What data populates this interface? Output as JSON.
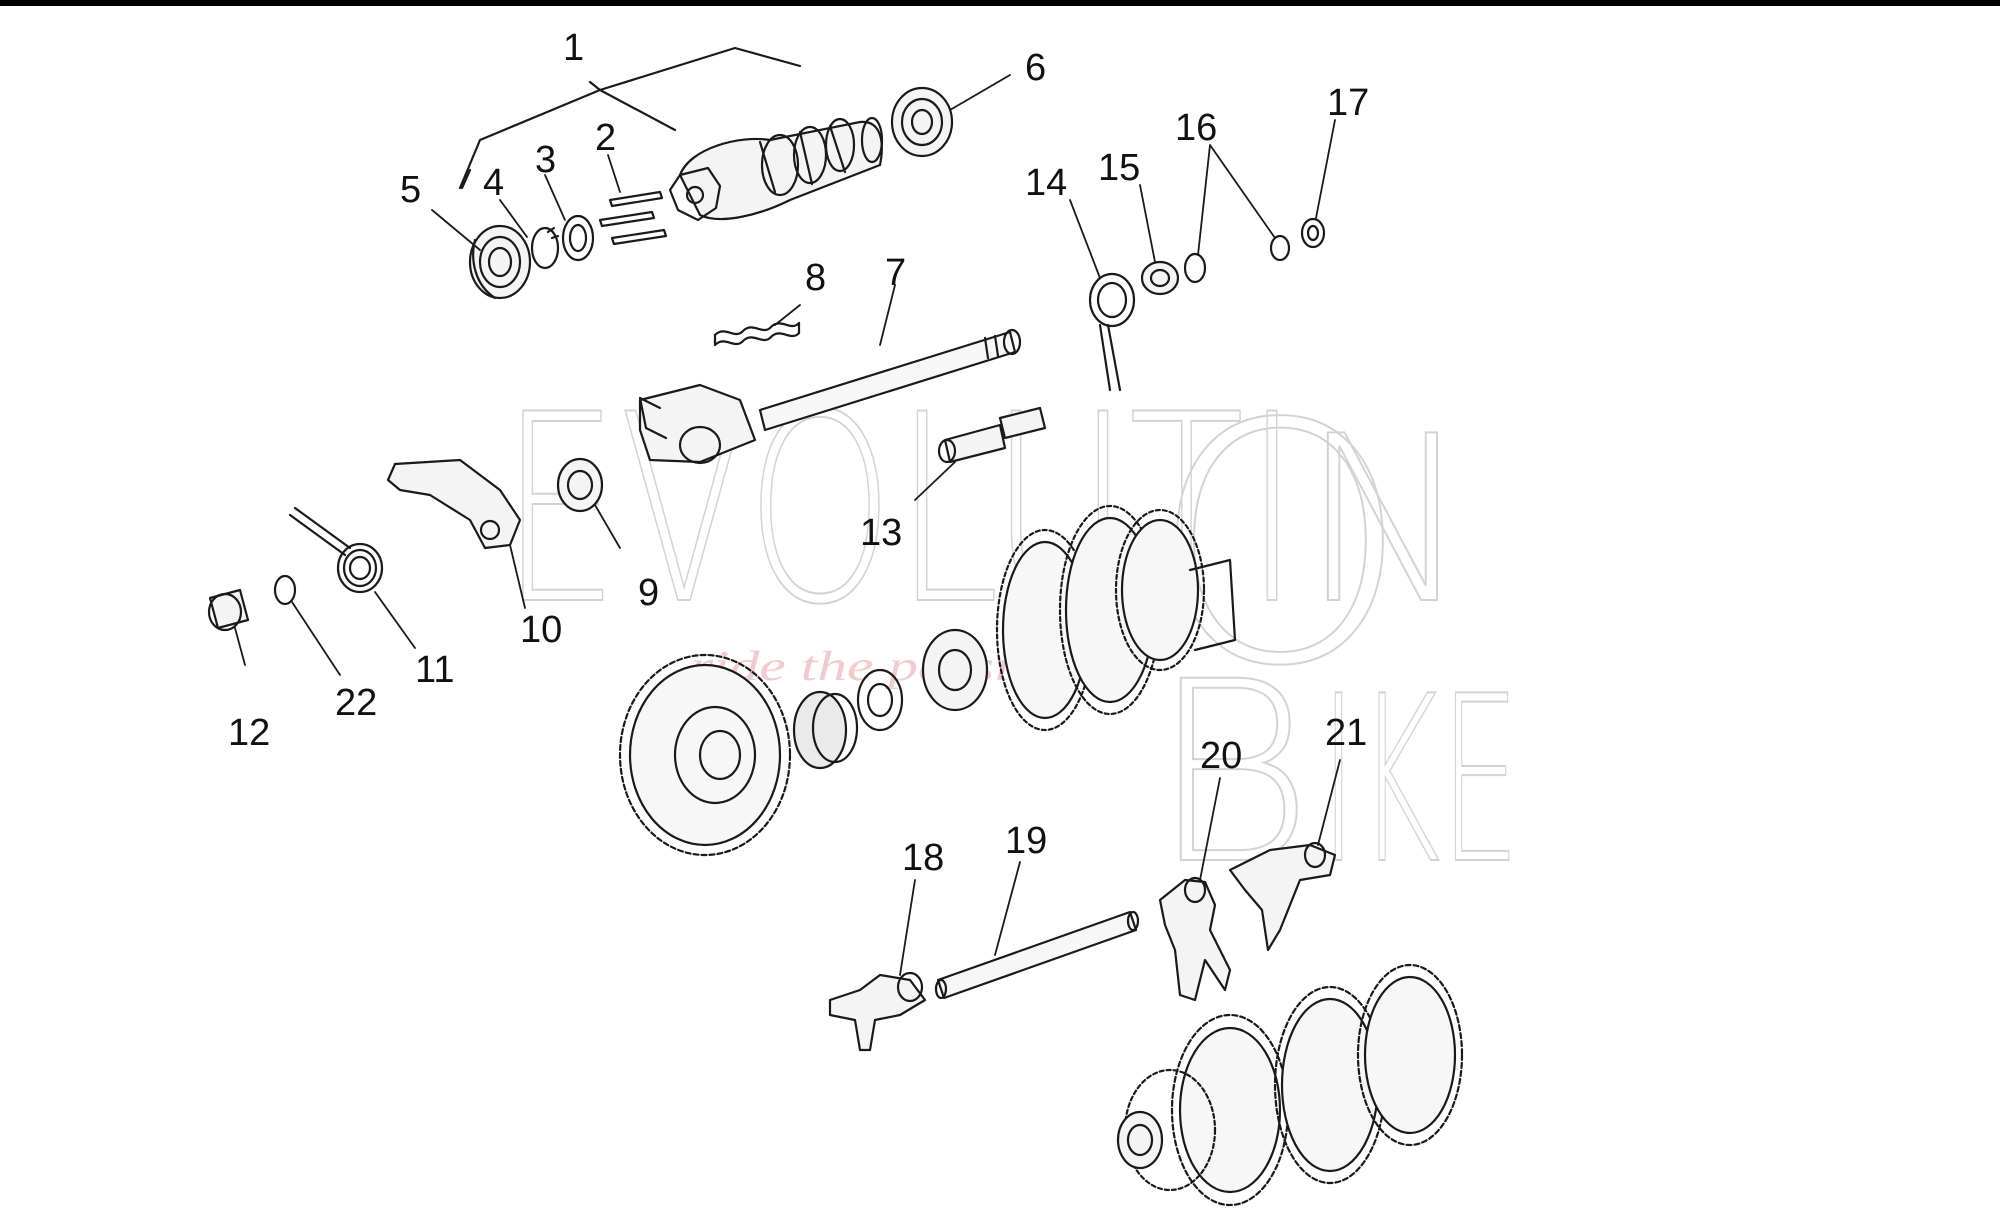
{
  "diagram": {
    "callouts": [
      "1",
      "2",
      "3",
      "4",
      "5",
      "6",
      "7",
      "8",
      "9",
      "10",
      "11",
      "12",
      "13",
      "14",
      "15",
      "16",
      "17",
      "18",
      "19",
      "20",
      "21",
      "22"
    ]
  },
  "watermark": {
    "word_top": "EVOLUTI",
    "o_letter": "O",
    "n_letter": "N",
    "word_bottom": "IKE",
    "b_letter": "B",
    "tagline": "ride the passion"
  },
  "colors": {
    "line": "#1a1a1a",
    "watermark": "#cfcfcf",
    "watermark_tagline": "#f3c6c6"
  }
}
